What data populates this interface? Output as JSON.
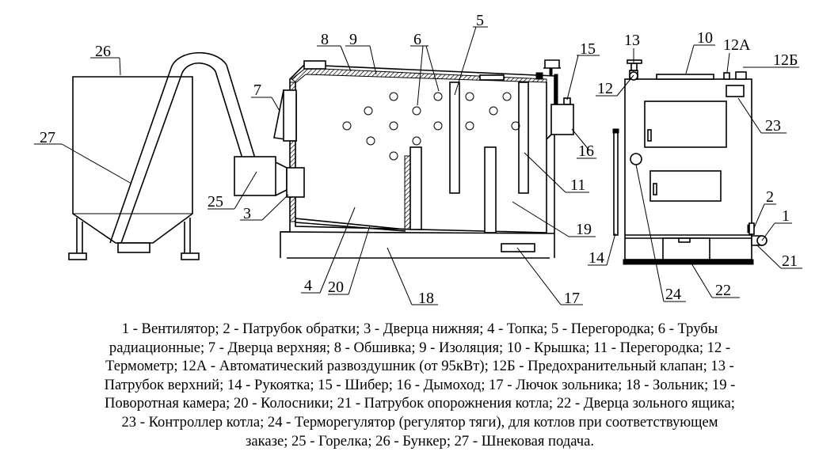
{
  "labels": {
    "l1": "1",
    "l2": "2",
    "l3": "3",
    "l4": "4",
    "l5": "5",
    "l6": "6",
    "l7": "7",
    "l8": "8",
    "l9": "9",
    "l10": "10",
    "l11": "11",
    "l12": "12",
    "l12a": "12А",
    "l12b": "12Б",
    "l13": "13",
    "l14": "14",
    "l15": "15",
    "l16": "16",
    "l17": "17",
    "l18": "18",
    "l19": "19",
    "l20": "20",
    "l21": "21",
    "l22": "22",
    "l23": "23",
    "l24": "24",
    "l25": "25",
    "l26": "26",
    "l27": "27"
  },
  "caption": [
    "1 - Вентилятор; 2 - Патрубок обратки; 3 - Дверца нижняя; 4 - Топка; 5 - Перегородка; 6 - Трубы",
    "радиационные; 7 - Дверца верхняя; 8 - Обшивка; 9 - Изоляция; 10 - Крышка; 11 - Перегородка; 12 -",
    "Термометр; 12А - Автоматический развоздушник (от 95кВт); 12Б - Предохранительный клапан; 13 -",
    "Патрубок верхний; 14 - Рукоятка; 15 - Шибер; 16 - Дымоход; 17 - Лючок зольника; 18 - Зольник; 19 -",
    "Поворотная камера; 20 - Колосники; 21 - Патрубок опорожнения котла; 22 - Дверца зольного ящика;",
    "23 - Контроллер котла; 24 - Терморегулятор (регулятор тяги), для котлов при соответствующем",
    "заказе; 25 - Горелка; 26 - Бункер; 27 - Шнековая подача."
  ]
}
